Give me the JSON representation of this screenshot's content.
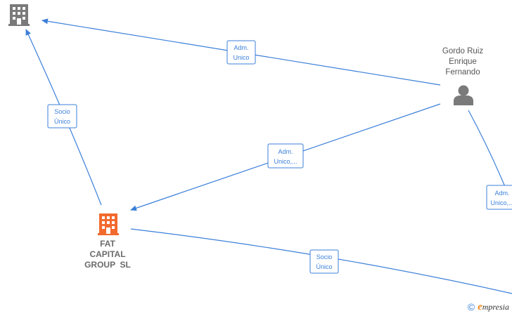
{
  "colors": {
    "edge": "#3b7fd9",
    "company_main": "#f26a2e",
    "company_other": "#7a7a7a",
    "person": "#7a7a7a"
  },
  "nodes": {
    "top_company": {
      "icon": "building-icon"
    },
    "main_company": {
      "icon": "building-icon",
      "label_lines": [
        "FAT",
        "CAPITAL",
        "GROUP  SL"
      ]
    },
    "person": {
      "icon": "person-icon",
      "label_lines": [
        "Gordo Ruiz",
        "Enrique",
        "Fernando"
      ]
    }
  },
  "edges": [
    {
      "from": "person",
      "to": "top_company",
      "label_lines": [
        "Adm.",
        "Unico"
      ]
    },
    {
      "from": "main_company",
      "to": "top_company",
      "label_lines": [
        "Socio",
        "Único"
      ]
    },
    {
      "from": "person",
      "to": "main_company",
      "label_lines": [
        "Adm.",
        "Unico,..."
      ]
    },
    {
      "from": "person",
      "to": "offscreen_right",
      "label_lines": [
        "Adm.",
        "Unico,..."
      ]
    },
    {
      "from": "main_company",
      "to": "offscreen_bottom_right",
      "label_lines": [
        "Socio",
        "Único"
      ]
    }
  ],
  "footer": {
    "copyright_symbol": "©",
    "brand_initial": "e",
    "brand_rest": "mpresia"
  }
}
